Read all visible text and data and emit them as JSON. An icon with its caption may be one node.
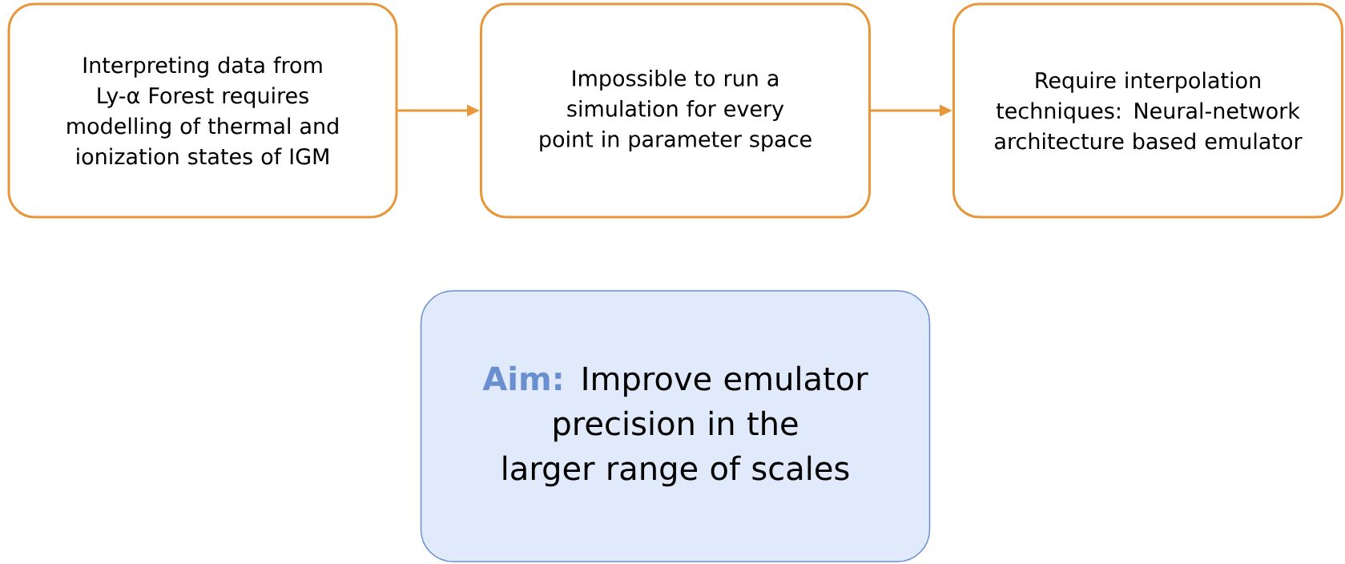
{
  "diagram": {
    "nodes": [
      {
        "text": [
          "Interpreting data from Ly-α Forest requires modelling of thermal and ionization states of IGM"
        ]
      },
      {
        "text": [
          "Impossible to run a simulation for every point in parameter space"
        ]
      },
      {
        "text": [
          "Require interpolation techniques: Neural-network architecture based emulator"
        ]
      },
      {
        "text": [
          "Aim:",
          "Improve emulator precision in the larger range of scales"
        ]
      }
    ],
    "edges": [
      {
        "from": 0,
        "to": 1,
        "arrow": "to"
      },
      {
        "from": 1,
        "to": 2,
        "arrow": "to"
      }
    ]
  }
}
